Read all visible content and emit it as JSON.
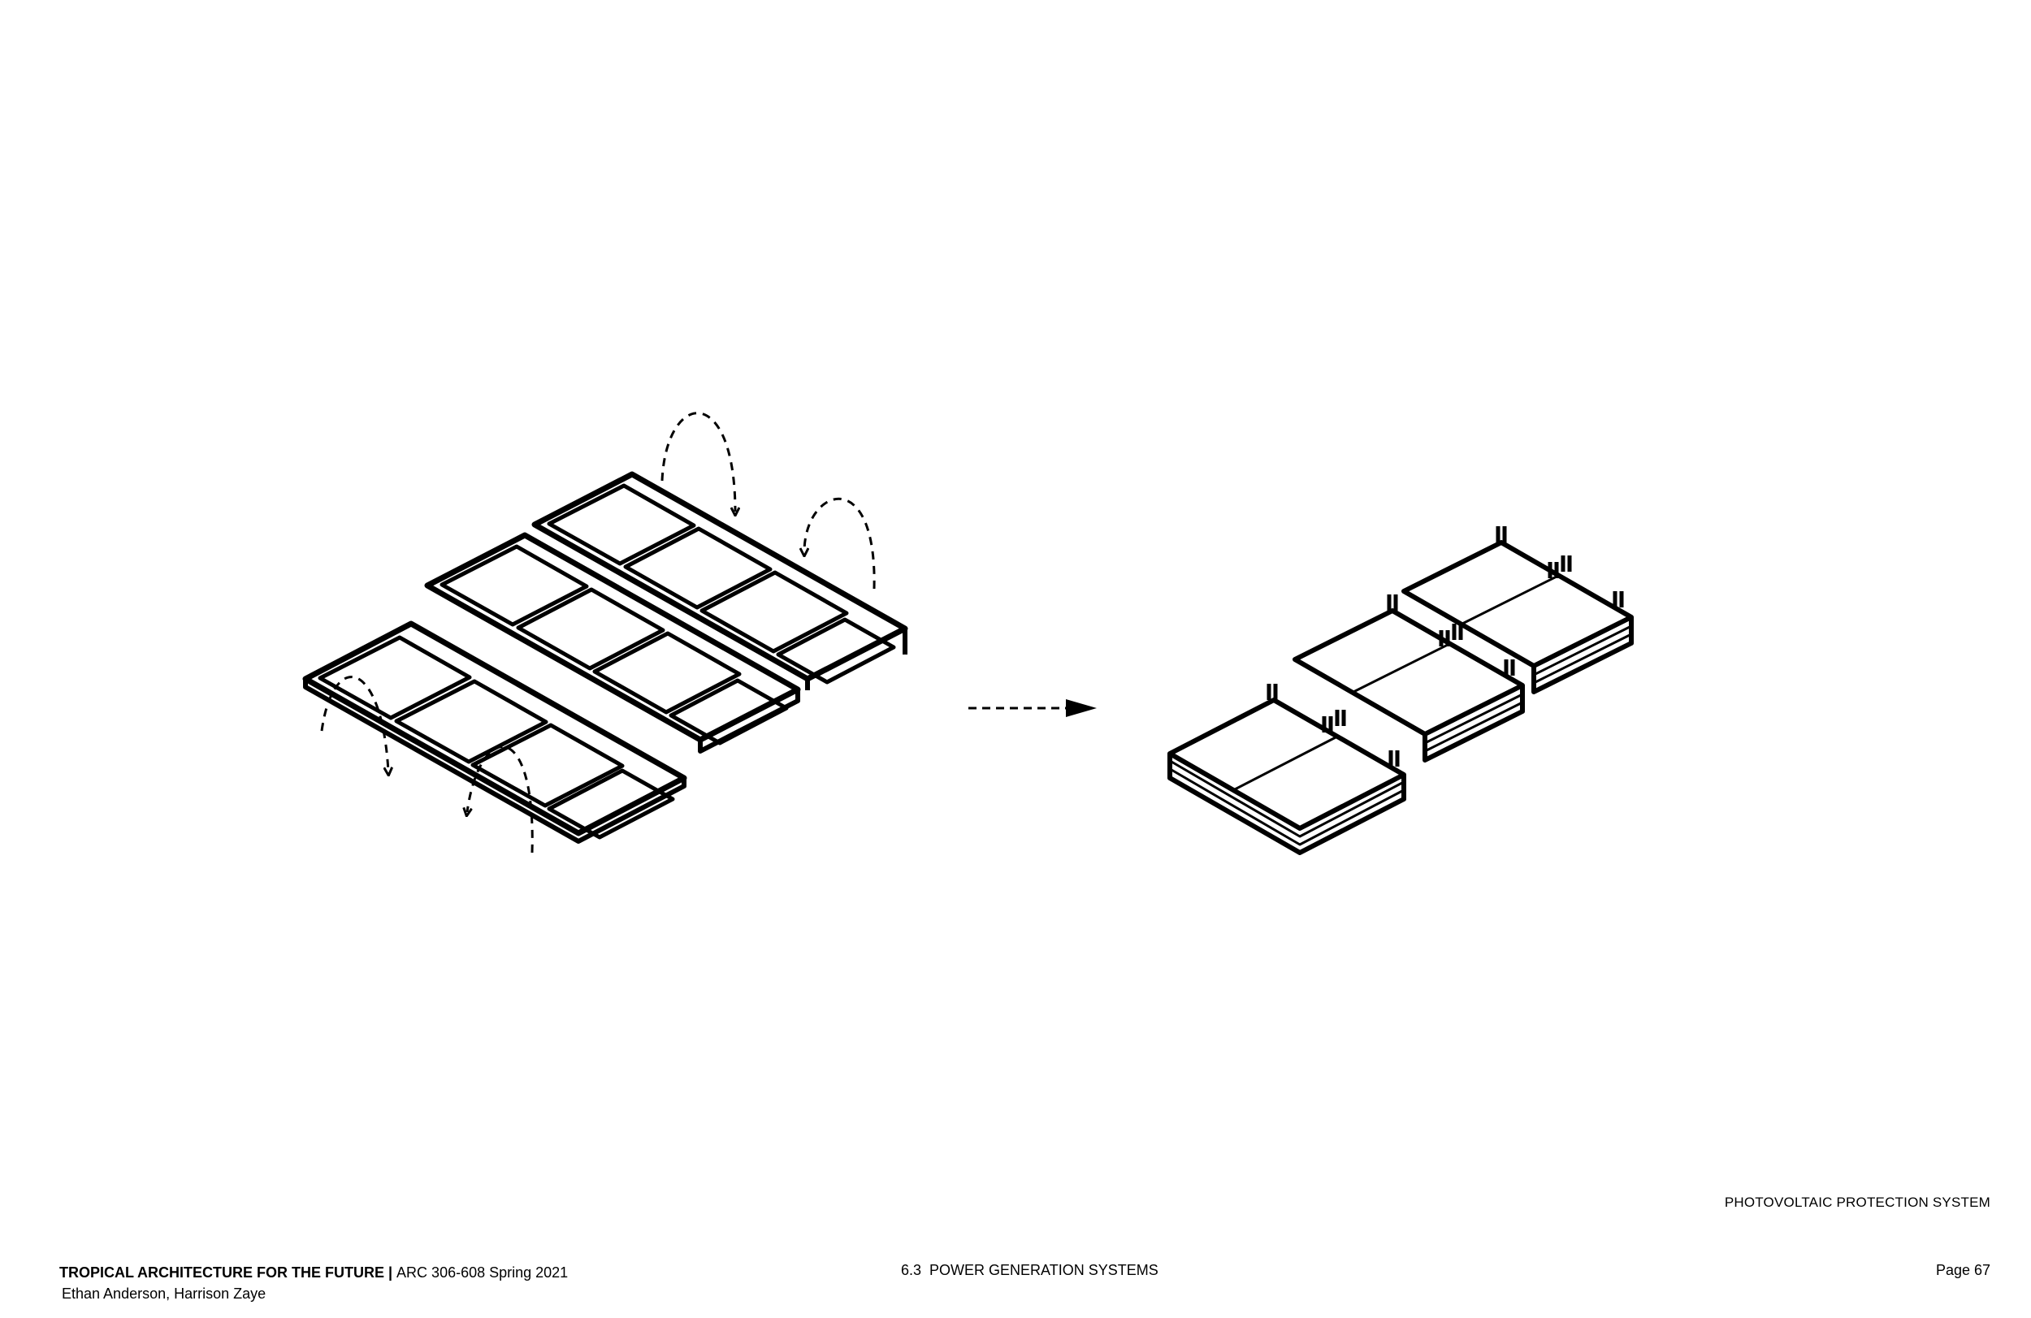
{
  "diagram": {
    "before_label_icon": "hinged-solar-panel-array",
    "after_label_icon": "folded-protected-panel-stack",
    "transition_icon": "dashed-arrow-right",
    "stroke_color": "#000000"
  },
  "caption": "PHOTOVOLTAIC PROTECTION SYSTEM",
  "footer": {
    "course_title": "TROPICAL ARCHITECTURE FOR THE FUTURE",
    "separator": " | ",
    "course_code": "ARC 306-608 Spring 2021",
    "authors": "Ethan Anderson, Harrison Zaye",
    "section": "6.3  POWER GENERATION SYSTEMS",
    "page": "Page 67"
  }
}
